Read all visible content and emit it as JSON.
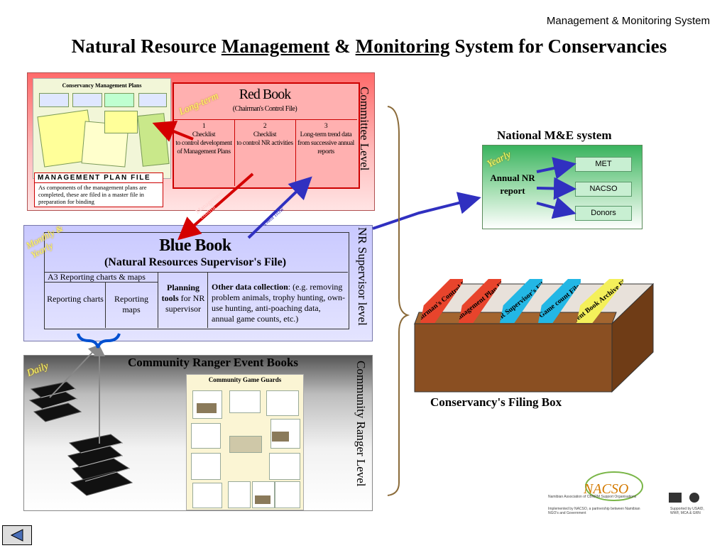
{
  "header": {
    "corner_title": "Management & Monitoring System"
  },
  "slide": {
    "title_prefix": "Natural Resource",
    "title_management": "Management",
    "title_amp": "&",
    "title_monitoring": "Monitoring",
    "title_suffix": "System for Conservancies"
  },
  "committee": {
    "side_label": "Committee Level",
    "long_term": "Long-term",
    "plans_title": "Conservancy Management Plans",
    "mpf_heading": "MANAGEMENT PLAN FILE",
    "mpf_body": "As components of the management plans are completed, these are filed in a master file in preparation for binding",
    "red_book_title": "Red Book",
    "red_book_subtitle": "(Chairman's Control File)",
    "cells": [
      {
        "num": "1",
        "head": "Checklist",
        "body": "to control development of Management Plans"
      },
      {
        "num": "2",
        "head": "Checklist",
        "body": "to control NR activities"
      },
      {
        "num": "3",
        "head": "Long-term trend data",
        "body": "from successive annual reports"
      }
    ],
    "arrow_mgmt": "Management control",
    "arrow_data": "Data flow"
  },
  "supervisor": {
    "side_label": "NR Supervisor level",
    "frequency": "Monthly & Yearly",
    "blue_book_title": "Blue Book",
    "blue_book_subtitle": "(Natural Resources Supervisor's File)",
    "a3_label": "A3 Reporting charts & maps",
    "reporting_charts": "Reporting charts",
    "reporting_maps": "Reporting maps",
    "planning_bold": "Planning tools",
    "planning_rest": "for NR supervisor",
    "other_bold": "Other data collection",
    "other_rest": ": (e.g. removing problem animals, trophy hunting, own-use hunting, anti-poaching data, annual game counts, etc.)"
  },
  "ranger": {
    "side_label": "Community Ranger Level",
    "frequency": "Daily",
    "title": "Community Ranger Event Books",
    "poster_title": "Community Game Guards"
  },
  "national": {
    "title": "National M&E system",
    "frequency": "Yearly",
    "report": "Annual NR report",
    "targets": [
      "MET",
      "NACSO",
      "Donors"
    ]
  },
  "filing": {
    "caption": "Conservancy's Filing Box",
    "files": [
      "Chairman's Control File",
      "Management Plan File",
      "NR Supervisor's File",
      "Game count File",
      "Event Book Archive File"
    ],
    "colors": {
      "red": "#e8442c",
      "blue": "#23b7e5",
      "yellow": "#f4f05a",
      "box": "#8a4f22"
    }
  },
  "logos": {
    "nacso": "NACSO",
    "tagline": "Namibian Association of CBNRM Support Organisations",
    "footer": "Implemented by NACSO, a partnership between Namibian NGO's and Government",
    "support": "Supported by USAID, WWF, MCA & GRN"
  },
  "nav": {
    "back_icon": "triangle-left-icon"
  }
}
